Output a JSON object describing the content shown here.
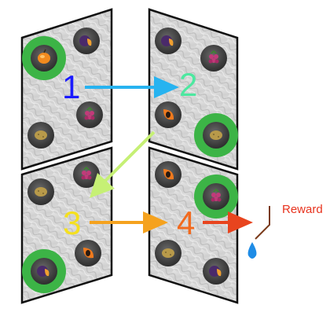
{
  "steps": {
    "s1": {
      "label": "1",
      "color": "#1a1aff"
    },
    "s2": {
      "label": "2",
      "color": "#4de8a0"
    },
    "s3": {
      "label": "3",
      "color": "#f5e01e"
    },
    "s4": {
      "label": "4",
      "color": "#f26a1e"
    }
  },
  "reward": {
    "label": "Reward",
    "color": "#e8331e"
  },
  "colors": {
    "highlight": "#3cb446",
    "well": "#4a4a4a",
    "panel_border": "#111111",
    "arrow_1_2": "#27b3f0",
    "arrow_2_3": "#c6f075",
    "arrow_3_4": "#f5a21e",
    "arrow_4_reward": "#e8441e",
    "water_drop": "#1e8ce6"
  },
  "icons": {
    "apricot": "apricot-icon",
    "plum": "plum-icon",
    "raspberry": "raspberry-icon",
    "papaya": "papaya-icon",
    "potato": "potato-icon"
  }
}
